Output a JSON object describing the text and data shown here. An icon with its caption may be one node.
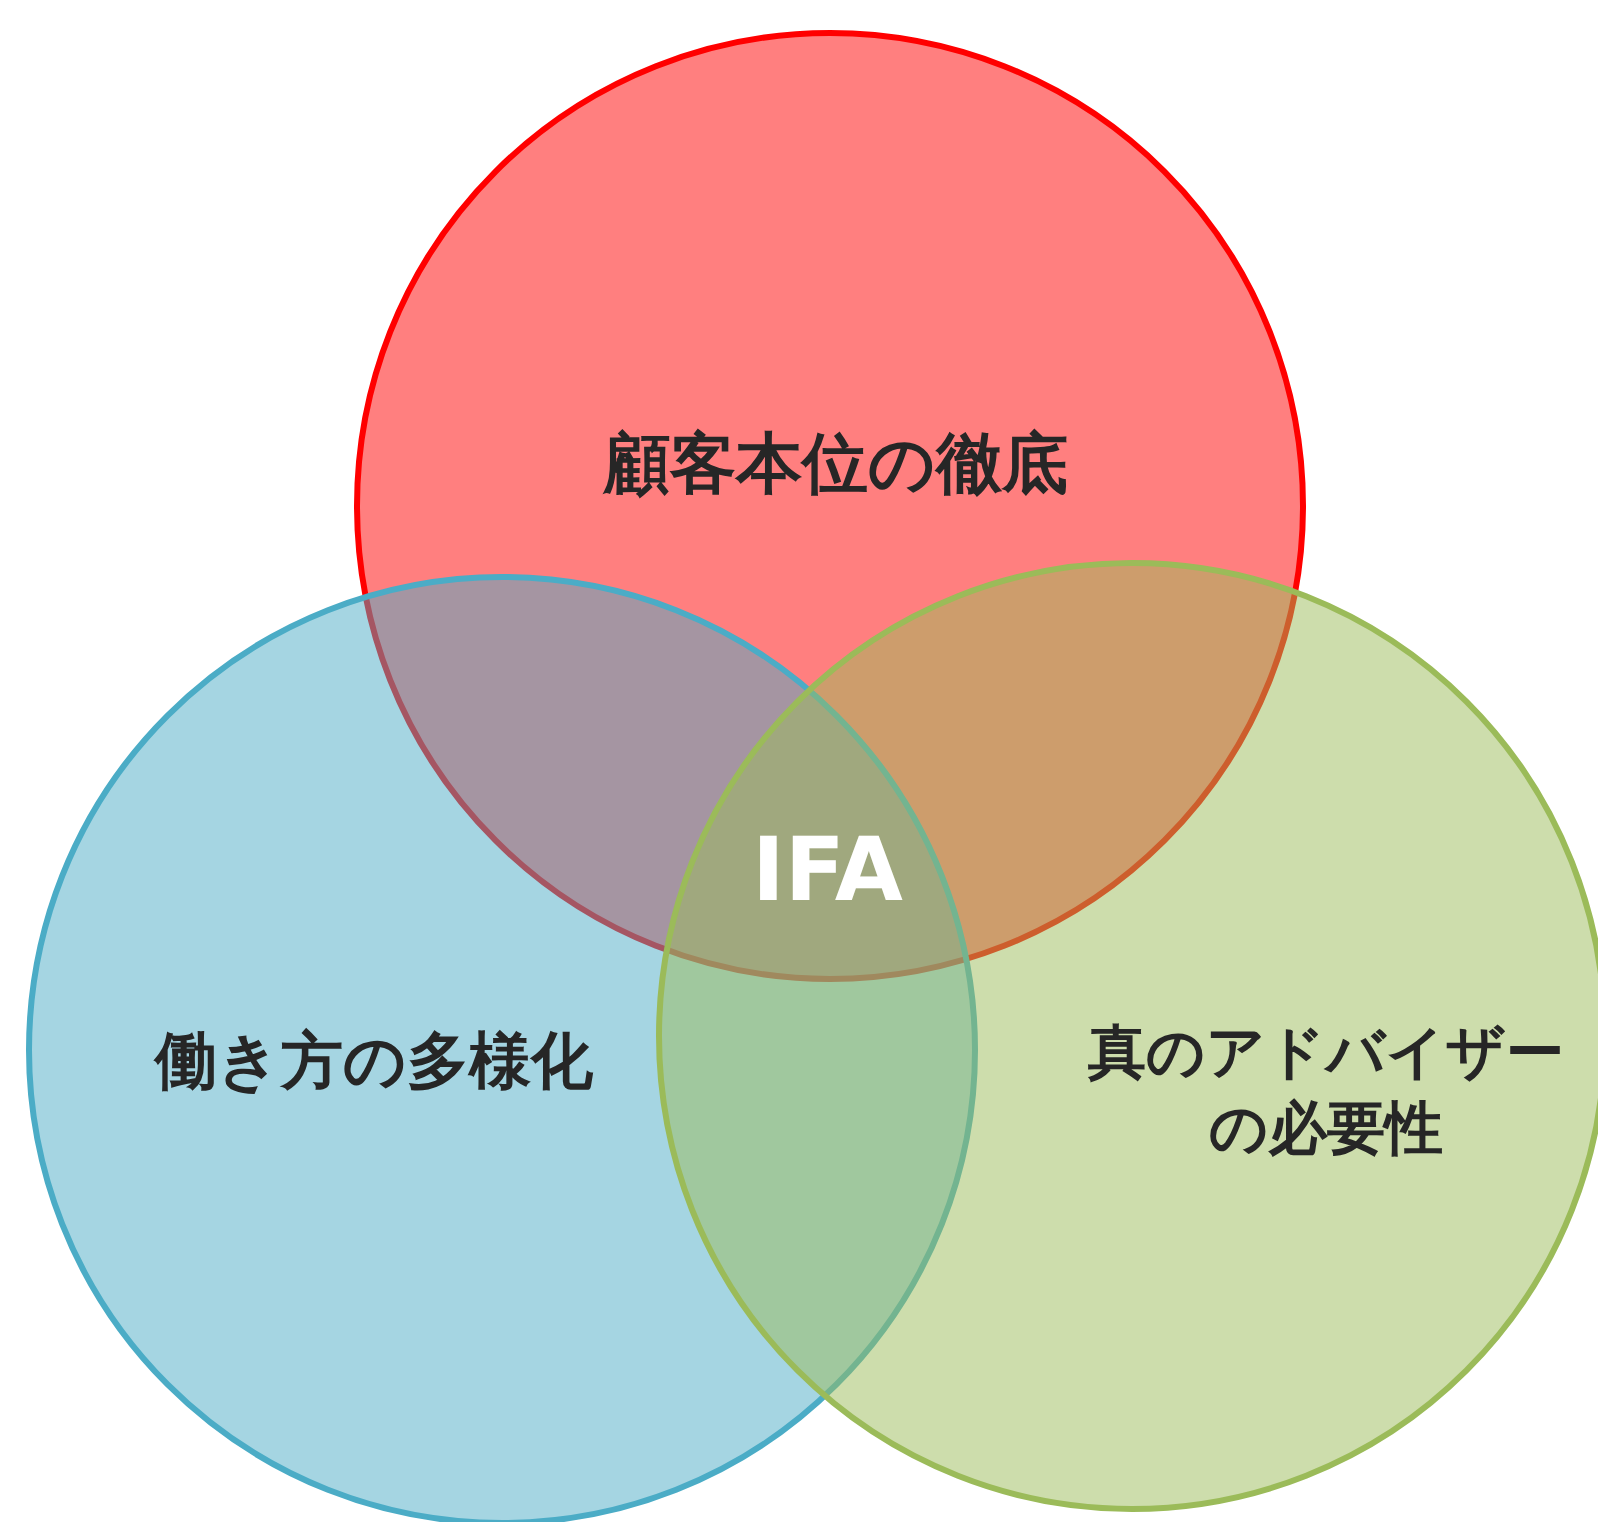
{
  "diagram": {
    "nodes": [
      {
        "text": [
          "顧客本位の徹底"
        ]
      },
      {
        "text": [
          "働き方の多様化"
        ]
      },
      {
        "text": [
          "真のアドバイザーの必要性"
        ]
      }
    ],
    "labels": [
      "IFA"
    ]
  }
}
